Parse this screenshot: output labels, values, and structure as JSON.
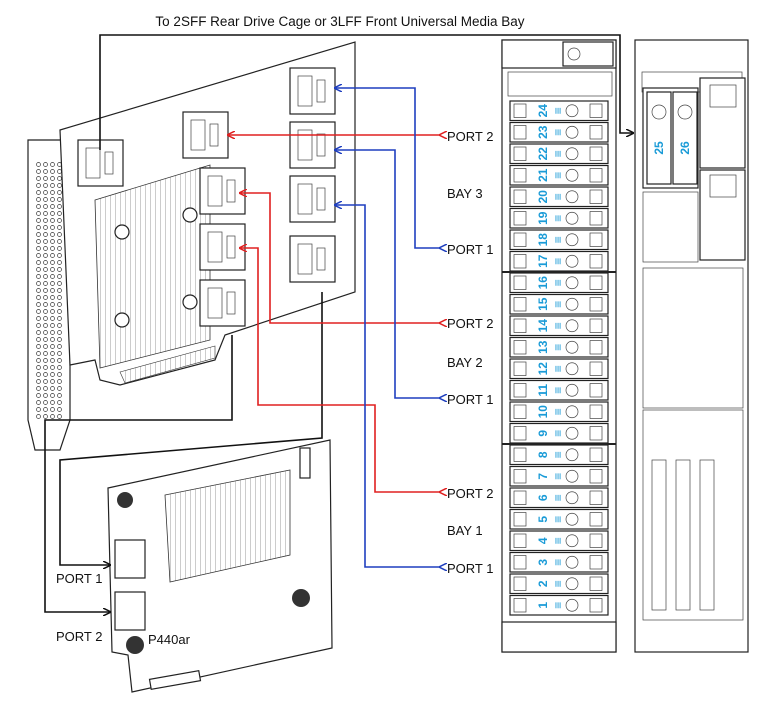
{
  "title": "To 2SFF Rear Drive Cage or 3LFF Front Universal Media Bay",
  "colors": {
    "red": "#e02020",
    "blue": "#1f3fbf",
    "black": "#111111",
    "drive_number": "#1a9bd7"
  },
  "bays": [
    {
      "label": "BAY 3",
      "port2": "PORT 2",
      "port1": "PORT 1"
    },
    {
      "label": "BAY 2",
      "port2": "PORT 2",
      "port1": "PORT 1"
    },
    {
      "label": "BAY 1",
      "port2": "PORT 2",
      "port1": "PORT 1"
    }
  ],
  "controller": {
    "name": "P440ar",
    "port1": "PORT 1",
    "port2": "PORT 2"
  },
  "front_drives": [
    "1",
    "2",
    "3",
    "4",
    "5",
    "6",
    "7",
    "8",
    "9",
    "10",
    "11",
    "12",
    "13",
    "14",
    "15",
    "16",
    "17",
    "18",
    "19",
    "20",
    "21",
    "22",
    "23",
    "24"
  ],
  "rear_drives": [
    "25",
    "26"
  ]
}
